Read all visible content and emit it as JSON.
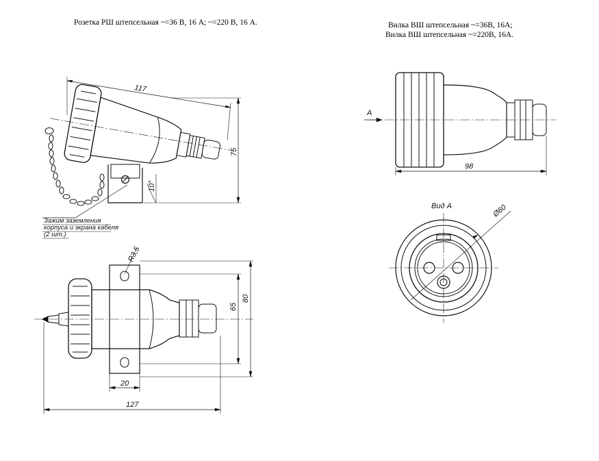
{
  "titles": {
    "left": "Розетка РШ штепсельная ~=36 В, 16 А; ~=220 В, 16 А.",
    "right_line1": "Вилка ВШ штепсельная ~=36В, 16А;",
    "right_line2": "Вилка ВШ штепсельная ~=220В, 16А."
  },
  "dimensions": {
    "socket_length_top": "117",
    "socket_height": "75",
    "angle": "10°",
    "radius": "R3,5",
    "height_80": "80",
    "height_65": "65",
    "width_20": "20",
    "length_127": "127",
    "plug_length": "98",
    "diameter": "Ø60"
  },
  "labels": {
    "view_arrow": "А",
    "view_a": "Вид А",
    "ground_note_1": "Зажим заземления",
    "ground_note_2": "корпуса и экрана кабеля",
    "ground_note_3": "(2 шт.)"
  }
}
